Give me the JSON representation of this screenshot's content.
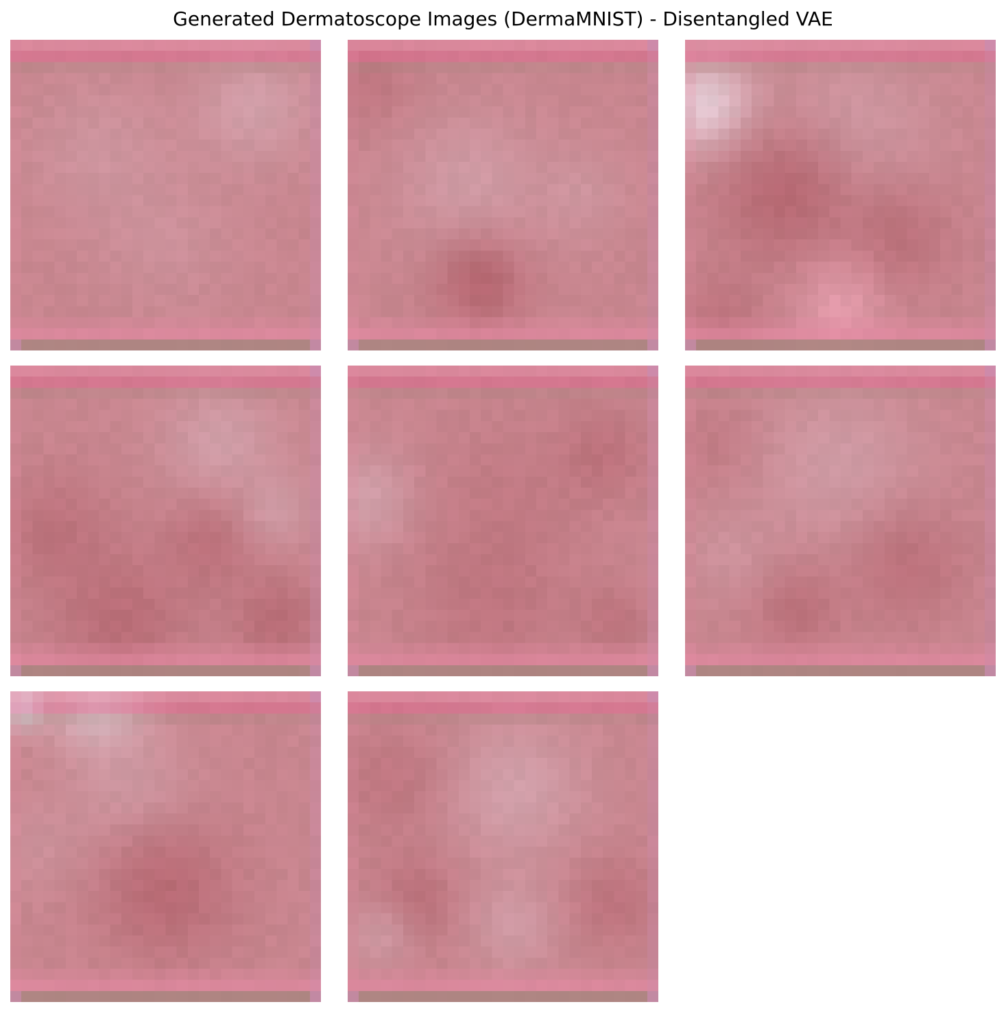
{
  "figure": {
    "title": "Generated Dermatoscope Images (DermaMNIST) - Disentangled VAE",
    "grid_rows": 3,
    "grid_cols": 3,
    "sample_count": 8,
    "pixel_resolution": 28,
    "colors": {
      "base": "#c8868f",
      "light": "#d4a8b2",
      "dark": "#b4646e",
      "pink_band": "#e88aa6",
      "hot_pink": "#e2658f",
      "bottom_band": "#a8857f",
      "corner": "#c98bb0",
      "background": "#ffffff"
    }
  },
  "samples": [
    {
      "label": "sample-1",
      "blobs": [
        {
          "x": 22,
          "y": 6,
          "r": 5,
          "c": "light",
          "a": 0.7
        },
        {
          "x": 8,
          "y": 10,
          "r": 6,
          "c": "light",
          "a": 0.4
        },
        {
          "x": 14,
          "y": 18,
          "r": 6,
          "c": "light",
          "a": 0.3
        }
      ]
    },
    {
      "label": "sample-2",
      "blobs": [
        {
          "x": 2,
          "y": 4,
          "r": 4,
          "c": "dark",
          "a": 0.45
        },
        {
          "x": 11,
          "y": 13,
          "r": 6,
          "c": "light",
          "a": 0.6
        },
        {
          "x": 12,
          "y": 22,
          "r": 4,
          "c": "dark",
          "a": 0.9
        },
        {
          "x": 21,
          "y": 14,
          "r": 4,
          "c": "light",
          "a": 0.4
        }
      ]
    },
    {
      "label": "sample-3",
      "blobs": [
        {
          "x": 2,
          "y": 6,
          "r": 4,
          "c": "#ead6e0",
          "a": 0.9
        },
        {
          "x": 15,
          "y": 8,
          "r": 7,
          "c": "light",
          "a": 0.55
        },
        {
          "x": 9,
          "y": 14,
          "r": 6,
          "c": "dark",
          "a": 0.85
        },
        {
          "x": 19,
          "y": 18,
          "r": 5,
          "c": "dark",
          "a": 0.6
        },
        {
          "x": 14,
          "y": 24,
          "r": 4,
          "c": "#e8a0b0",
          "a": 0.8
        },
        {
          "x": 3,
          "y": 25,
          "r": 4,
          "c": "dark",
          "a": 0.5
        }
      ]
    },
    {
      "label": "sample-4",
      "blobs": [
        {
          "x": 19,
          "y": 7,
          "r": 5,
          "c": "light",
          "a": 0.7
        },
        {
          "x": 4,
          "y": 15,
          "r": 5,
          "c": "dark",
          "a": 0.55
        },
        {
          "x": 18,
          "y": 16,
          "r": 4,
          "c": "dark",
          "a": 0.6
        },
        {
          "x": 10,
          "y": 23,
          "r": 6,
          "c": "dark",
          "a": 0.7
        },
        {
          "x": 24,
          "y": 23,
          "r": 4,
          "c": "dark",
          "a": 0.7
        },
        {
          "x": 24,
          "y": 13,
          "r": 3,
          "c": "light",
          "a": 0.6
        }
      ]
    },
    {
      "label": "sample-5",
      "blobs": [
        {
          "x": 2,
          "y": 12,
          "r": 4,
          "c": "light",
          "a": 0.75
        },
        {
          "x": 14,
          "y": 12,
          "r": 7,
          "c": "dark",
          "a": 0.3
        },
        {
          "x": 23,
          "y": 8,
          "r": 4,
          "c": "dark",
          "a": 0.55
        },
        {
          "x": 13,
          "y": 22,
          "r": 7,
          "c": "dark",
          "a": 0.45
        },
        {
          "x": 24,
          "y": 23,
          "r": 3,
          "c": "dark",
          "a": 0.5
        }
      ]
    },
    {
      "label": "sample-6",
      "blobs": [
        {
          "x": 3,
          "y": 7,
          "r": 4,
          "c": "dark",
          "a": 0.35
        },
        {
          "x": 14,
          "y": 9,
          "r": 7,
          "c": "light",
          "a": 0.6
        },
        {
          "x": 20,
          "y": 18,
          "r": 5,
          "c": "dark",
          "a": 0.6
        },
        {
          "x": 10,
          "y": 22,
          "r": 4,
          "c": "dark",
          "a": 0.6
        },
        {
          "x": 4,
          "y": 17,
          "r": 4,
          "c": "light",
          "a": 0.35
        }
      ]
    },
    {
      "label": "sample-7",
      "blobs": [
        {
          "x": 1,
          "y": 1,
          "r": 2,
          "c": "#dfe8f0",
          "a": 1.0
        },
        {
          "x": 8,
          "y": 1,
          "r": 4,
          "c": "#e0d0d8",
          "a": 0.8
        },
        {
          "x": 11,
          "y": 9,
          "r": 5,
          "c": "light",
          "a": 0.55
        },
        {
          "x": 14,
          "y": 18,
          "r": 6,
          "c": "dark",
          "a": 0.8
        },
        {
          "x": 3,
          "y": 14,
          "r": 4,
          "c": "light",
          "a": 0.3
        }
      ]
    },
    {
      "label": "sample-8",
      "blobs": [
        {
          "x": 15,
          "y": 9,
          "r": 6,
          "c": "light",
          "a": 0.75
        },
        {
          "x": 4,
          "y": 8,
          "r": 5,
          "c": "dark",
          "a": 0.45
        },
        {
          "x": 6,
          "y": 19,
          "r": 4,
          "c": "dark",
          "a": 0.65
        },
        {
          "x": 3,
          "y": 22,
          "r": 3,
          "c": "light",
          "a": 0.55
        },
        {
          "x": 15,
          "y": 21,
          "r": 4,
          "c": "light",
          "a": 0.6
        },
        {
          "x": 24,
          "y": 19,
          "r": 4,
          "c": "dark",
          "a": 0.55
        }
      ]
    }
  ]
}
